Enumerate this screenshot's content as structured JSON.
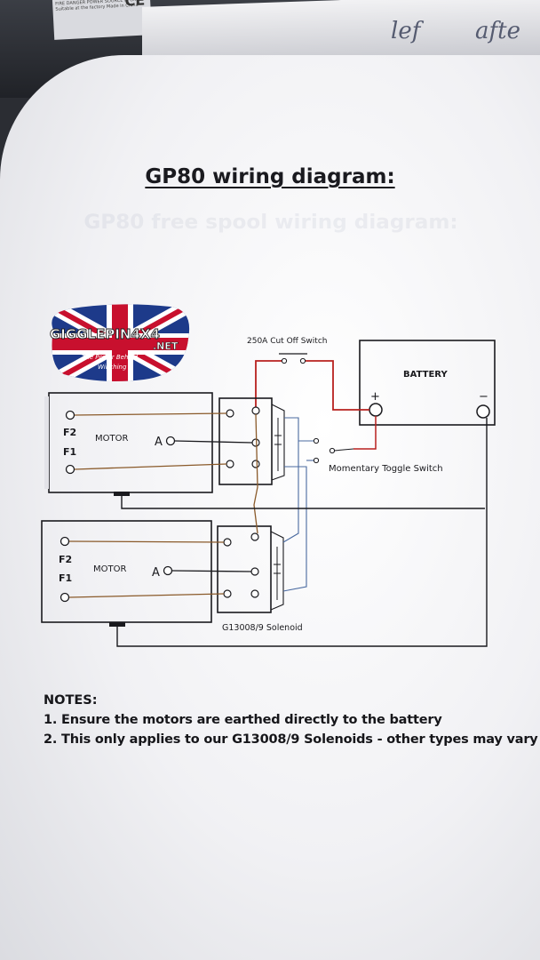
{
  "clutter": {
    "box_label_text": "FIRE DANGER POWER SOURCE IS Only Suitable at the factory Made in China",
    "ce_mark": "CE",
    "scrawl_1": "lef",
    "scrawl_2": "afte"
  },
  "document": {
    "title": "GP80 wiring diagram:",
    "ghost_text": "GP80 free spool wiring diagram:"
  },
  "logo": {
    "brand": "GIGGLEPIN4X4",
    "suffix": ".NET",
    "tagline_1": "The Power Behind",
    "tagline_2": "Winching"
  },
  "diagram": {
    "cutoff_label": "250A Cut Off Switch",
    "battery_label": "BATTERY",
    "battery_plus": "+",
    "battery_minus": "−",
    "toggle_label": "Momentary Toggle Switch",
    "solenoid_label": "G13008/9 Solenoid",
    "motor1": {
      "label": "MOTOR",
      "f2": "F2",
      "f1": "F1",
      "a": "A"
    },
    "motor2": {
      "label": "MOTOR",
      "f2": "F2",
      "f1": "F1",
      "a": "A"
    },
    "colors": {
      "red": "#b8201e",
      "brown": "#8a5a2a",
      "blue": "#4a6aa0",
      "black": "#1a1a1e"
    }
  },
  "notes": {
    "heading": "NOTES:",
    "items": [
      "1. Ensure the motors are earthed directly to the battery",
      "2. This only applies to our G13008/9 Solenoids - other types may vary"
    ]
  }
}
